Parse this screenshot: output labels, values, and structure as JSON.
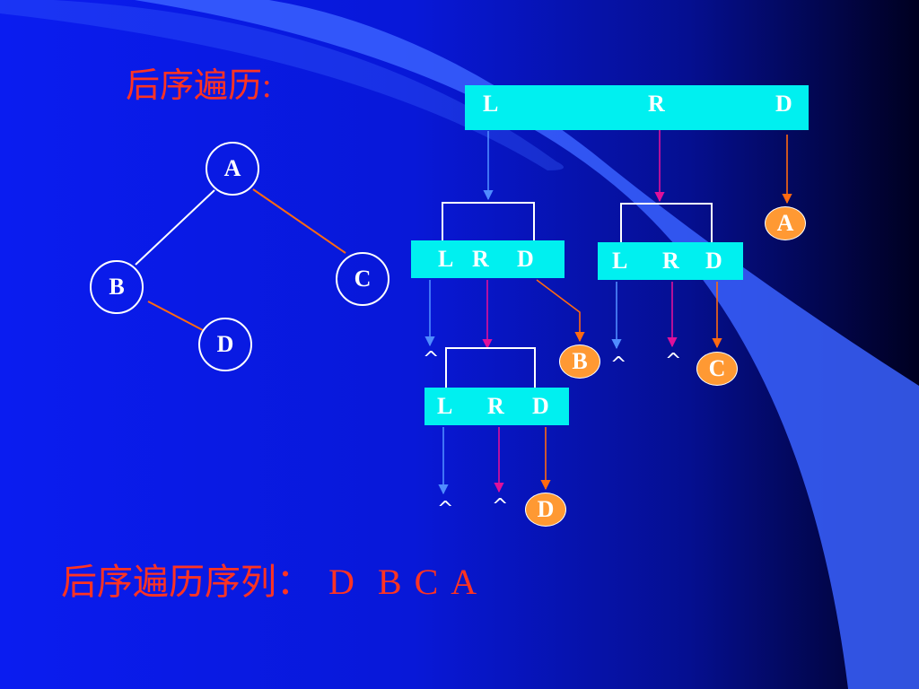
{
  "title": "后序遍历:",
  "tree": {
    "nodes": [
      {
        "id": "a",
        "label": "A"
      },
      {
        "id": "b",
        "label": "B"
      },
      {
        "id": "c",
        "label": "C"
      },
      {
        "id": "d",
        "label": "D"
      }
    ]
  },
  "trace": {
    "top": {
      "l": "L",
      "r": "R",
      "d": "D"
    },
    "mid_left": {
      "l": "L",
      "r": "R",
      "d": "D"
    },
    "mid_right": {
      "l": "L",
      "r": "R",
      "d": "D"
    },
    "bottom": {
      "l": "L",
      "r": "R",
      "d": "D"
    },
    "visits": {
      "a": "A",
      "b": "B",
      "c": "C",
      "d": "D"
    },
    "null_symbol": "^"
  },
  "sequence": {
    "label": "后序遍历序列：",
    "items": [
      "D",
      "B",
      "C",
      "A"
    ]
  },
  "colors": {
    "background": "#0a1cf0",
    "box": "#00f0f0",
    "visit_circle": "#ff9933",
    "title_red": "#ff3322",
    "arrow_blue": "#4f8cff",
    "arrow_magenta": "#e0109a",
    "arrow_orange": "#ff6a10"
  }
}
